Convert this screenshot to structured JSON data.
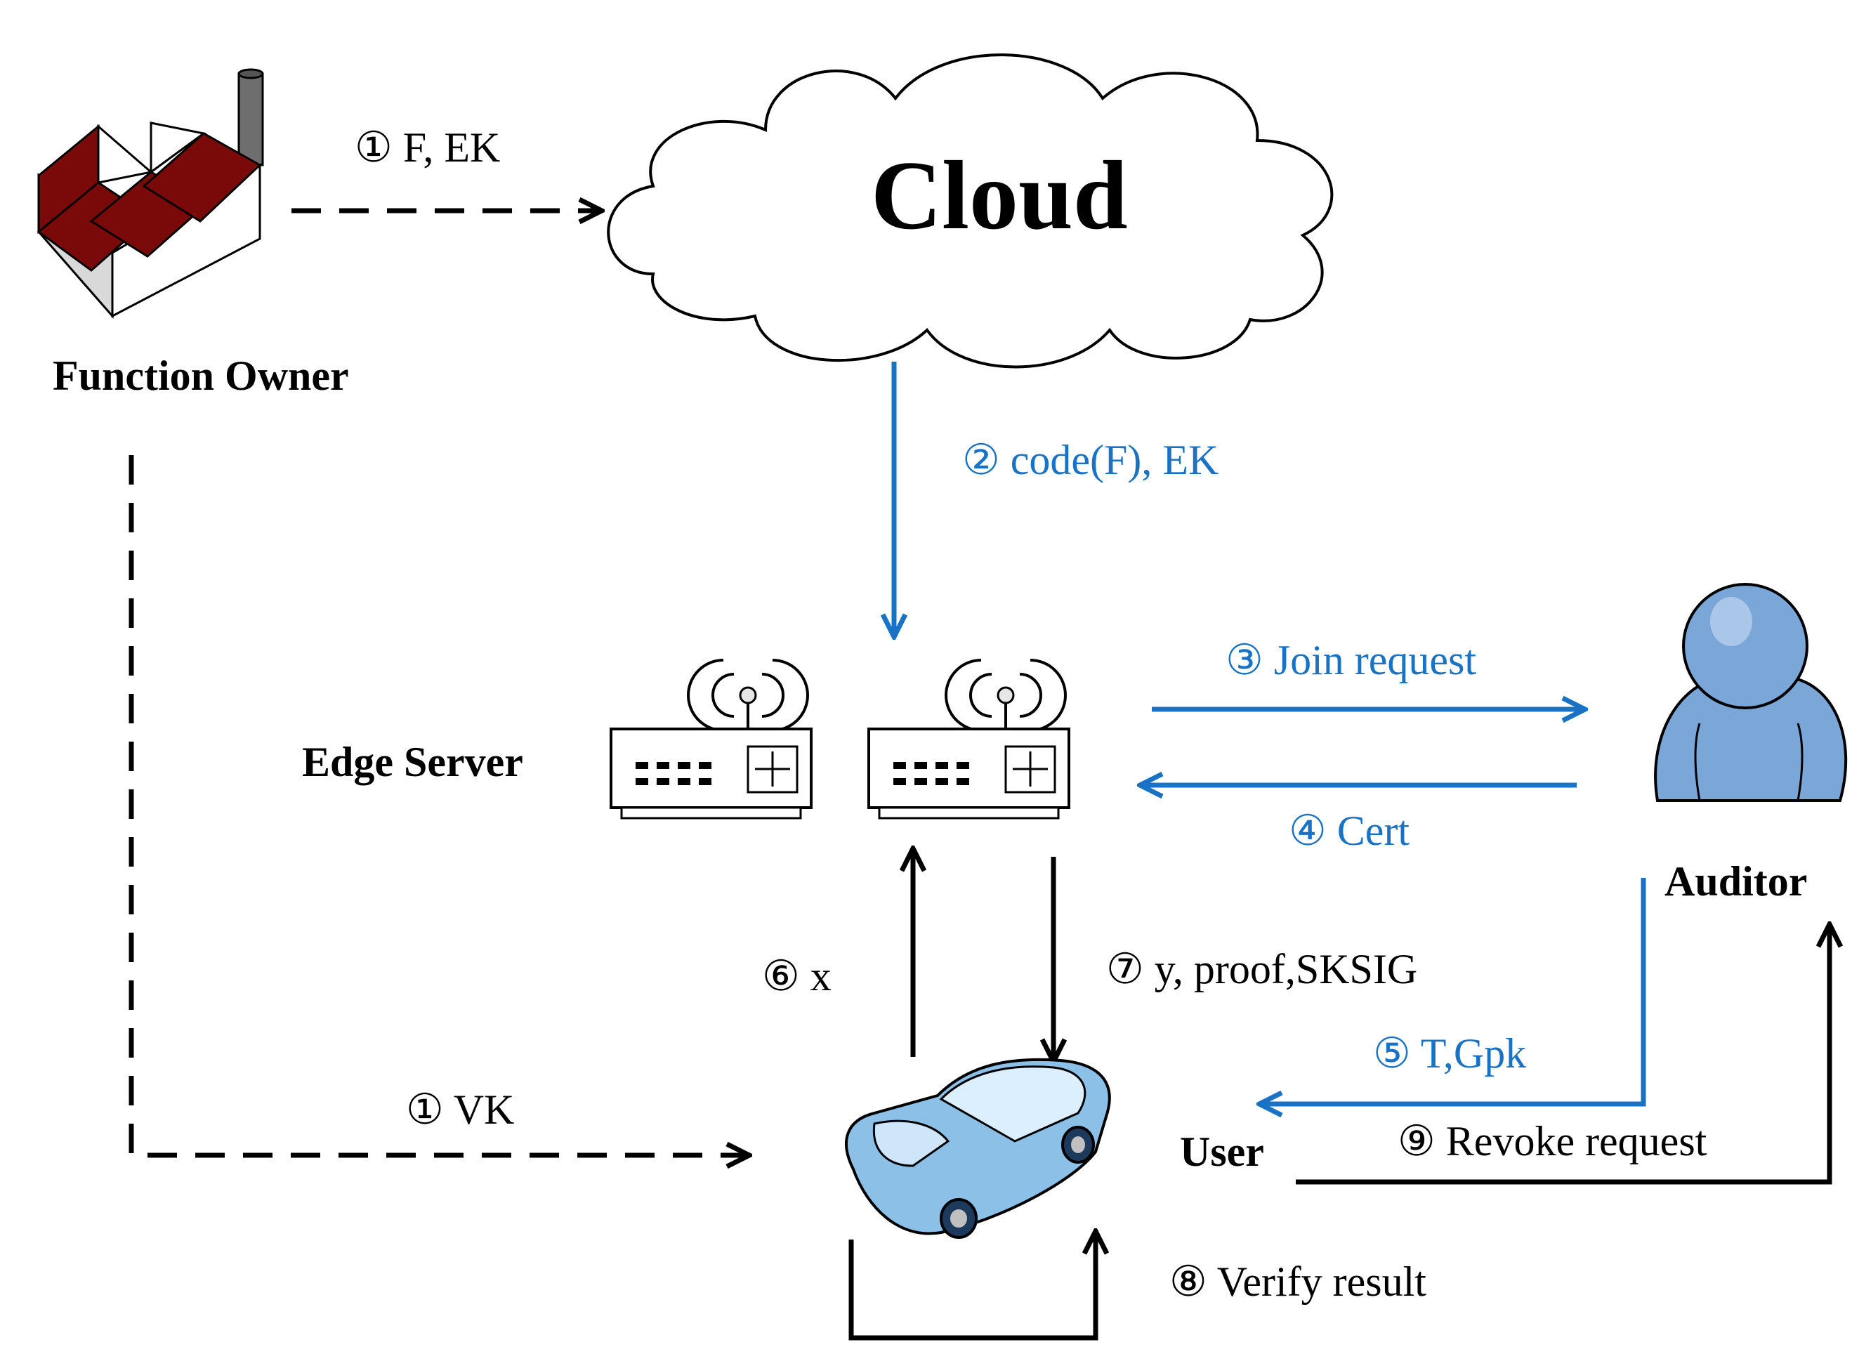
{
  "colors": {
    "blue": "#1a72c4",
    "black": "#000000",
    "roof": "#7a0a0a",
    "wall": "#d9d9d9",
    "chimney": "#6e6e6e",
    "person": "#7aa6d8",
    "car": "#8cc0e6"
  },
  "nodes": {
    "function_owner": "Function Owner",
    "cloud": "Cloud",
    "edge_server": "Edge Server",
    "auditor": "Auditor",
    "user": "User"
  },
  "arrows": {
    "a1_fek": "① F, EK",
    "a2_code": "② code(F), EK",
    "a3_join": "③ Join request",
    "a4_cert": "④ Cert",
    "a5_tgpk": "⑤ T,Gpk",
    "a6_x": "⑥ x",
    "a7_proof": "⑦ y, proof,SKSIG",
    "a8_verify": "⑧ Verify result",
    "a9_revoke": "⑨ Revoke request",
    "a1_vk": "① VK"
  },
  "icons": [
    "factory-icon",
    "cloud-icon",
    "router-icon",
    "router-icon",
    "person-icon",
    "car-icon"
  ]
}
